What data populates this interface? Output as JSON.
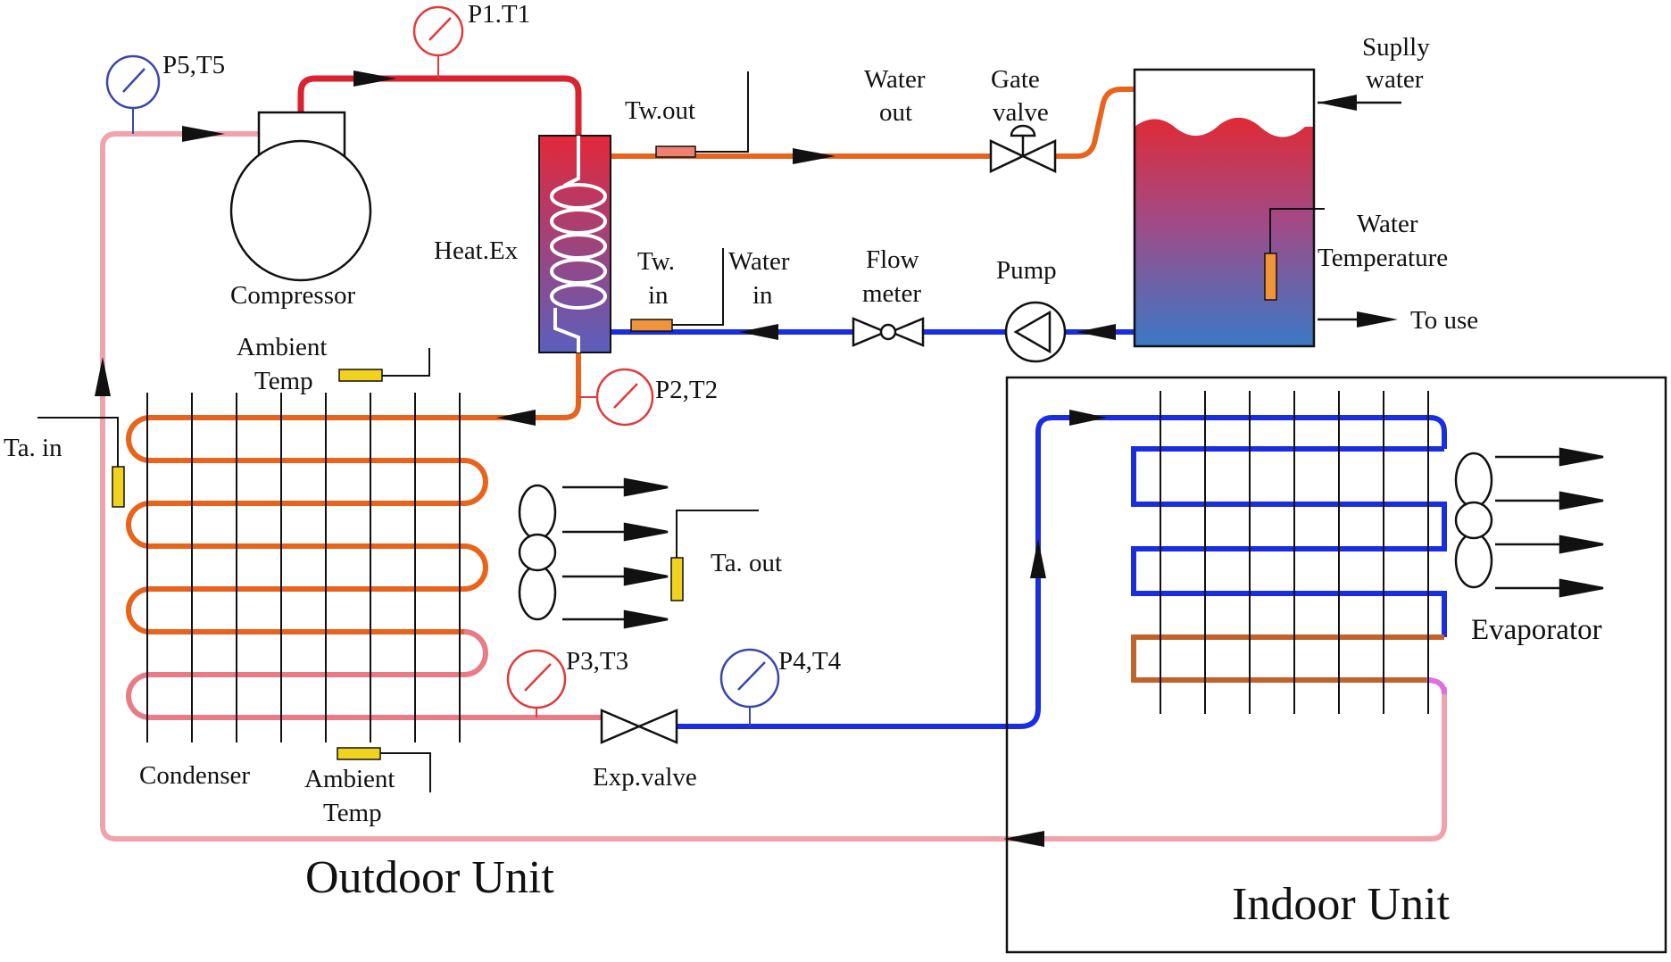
{
  "colors": {
    "refrigerant_hot": "#d9232e",
    "refrigerant_condenser": "#e8641c",
    "refrigerant_liquid": "#e87b86",
    "refrigerant_return": "#f0a3ac",
    "refrigerant_cold": "#1a2ee0",
    "evaporator_last_pass": "#c0622a",
    "hot_water": "#e8641c",
    "cold_water": "#1a2ee0",
    "sensor": "#f0d21f",
    "water_sensor": "#f0943c",
    "gauge_red": "#e23a3a",
    "gauge_blue": "#3a46b0"
  },
  "labels": {
    "p1_t1": "P1.T1",
    "p5_t5": "P5,T5",
    "p2_t2": "P2,T2",
    "p3_t3": "P3,T3",
    "p4_t4": "P4,T4",
    "compressor": "Compressor",
    "heat_ex": "Heat.Ex",
    "tw_out": "Tw.out",
    "water_out_1": "Water",
    "water_out_2": "out",
    "gate_valve_1": "Gate",
    "gate_valve_2": "valve",
    "supply_water_1": "Suplly",
    "supply_water_2": "water",
    "water_temperature_1": "Water",
    "water_temperature_2": "Temperature",
    "to_use": "To use",
    "tw_in_1": "Tw.",
    "tw_in_2": "in",
    "water_in_1": "Water",
    "water_in_2": "in",
    "flow_meter_1": "Flow",
    "flow_meter_2": "meter",
    "pump": "Pump",
    "ambient_temp_top_1": "Ambient",
    "ambient_temp_top_2": "Temp",
    "ta_in": "Ta. in",
    "ta_out": "Ta. out",
    "condenser": "Condenser",
    "ambient_temp_bottom_1": "Ambient",
    "ambient_temp_bottom_2": "Temp",
    "exp_valve": "Exp.valve",
    "evaporator": "Evaporator",
    "outdoor_unit": "Outdoor Unit",
    "indoor_unit": "Indoor Unit"
  }
}
